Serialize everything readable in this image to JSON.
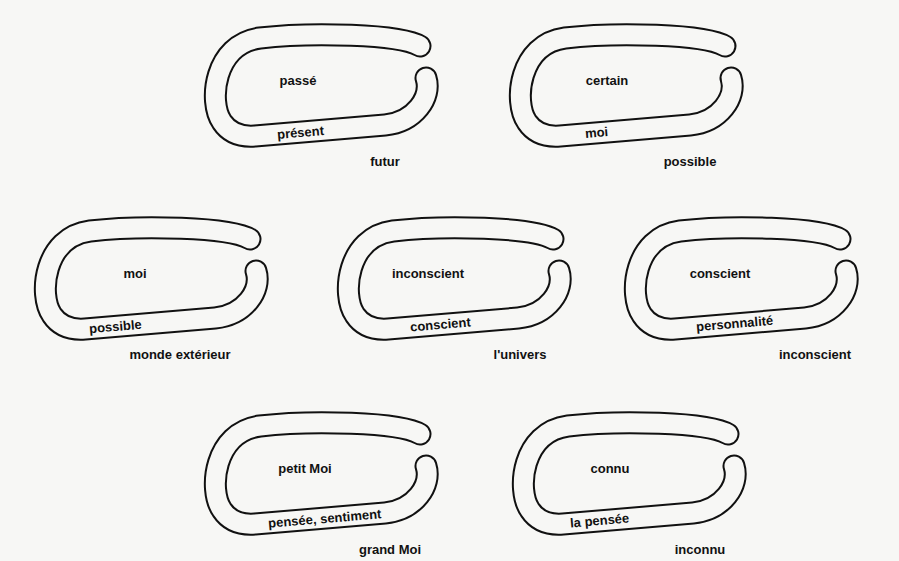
{
  "diagram": {
    "nodes": [
      {
        "text": [
          "passé",
          "présent",
          "futur"
        ]
      },
      {
        "text": [
          "certain",
          "moi",
          "possible"
        ]
      },
      {
        "text": [
          "moi",
          "possible",
          "monde extérieur"
        ]
      },
      {
        "text": [
          "inconscient",
          "conscient",
          "l'univers"
        ]
      },
      {
        "text": [
          "conscient",
          "personnalité",
          "inconscient"
        ]
      },
      {
        "text": [
          "petit Moi",
          "pensée, sentiment",
          "grand Moi"
        ]
      },
      {
        "text": [
          "connu",
          "la pensée",
          "inconnu"
        ]
      }
    ]
  }
}
